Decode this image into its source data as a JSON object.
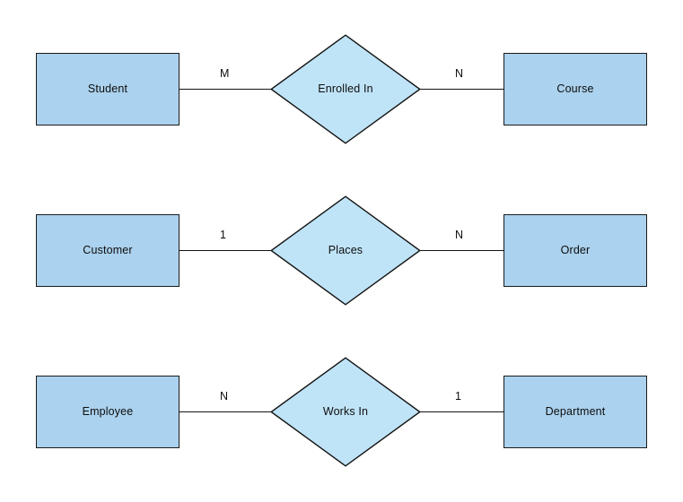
{
  "diagram": {
    "type": "entity-relationship-diagram",
    "background_color": "#ffffff",
    "entity_fill": "#abd2ee",
    "relationship_fill": "#c0e4f7",
    "stroke_color": "#141414",
    "rows": [
      {
        "left_entity": "Student",
        "relationship": "Enrolled In",
        "right_entity": "Course",
        "left_cardinality": "M",
        "right_cardinality": "N"
      },
      {
        "left_entity": "Customer",
        "relationship": "Places",
        "right_entity": "Order",
        "left_cardinality": "1",
        "right_cardinality": "N"
      },
      {
        "left_entity": "Employee",
        "relationship": "Works In",
        "right_entity": "Department",
        "left_cardinality": "N",
        "right_cardinality": "1"
      }
    ]
  }
}
